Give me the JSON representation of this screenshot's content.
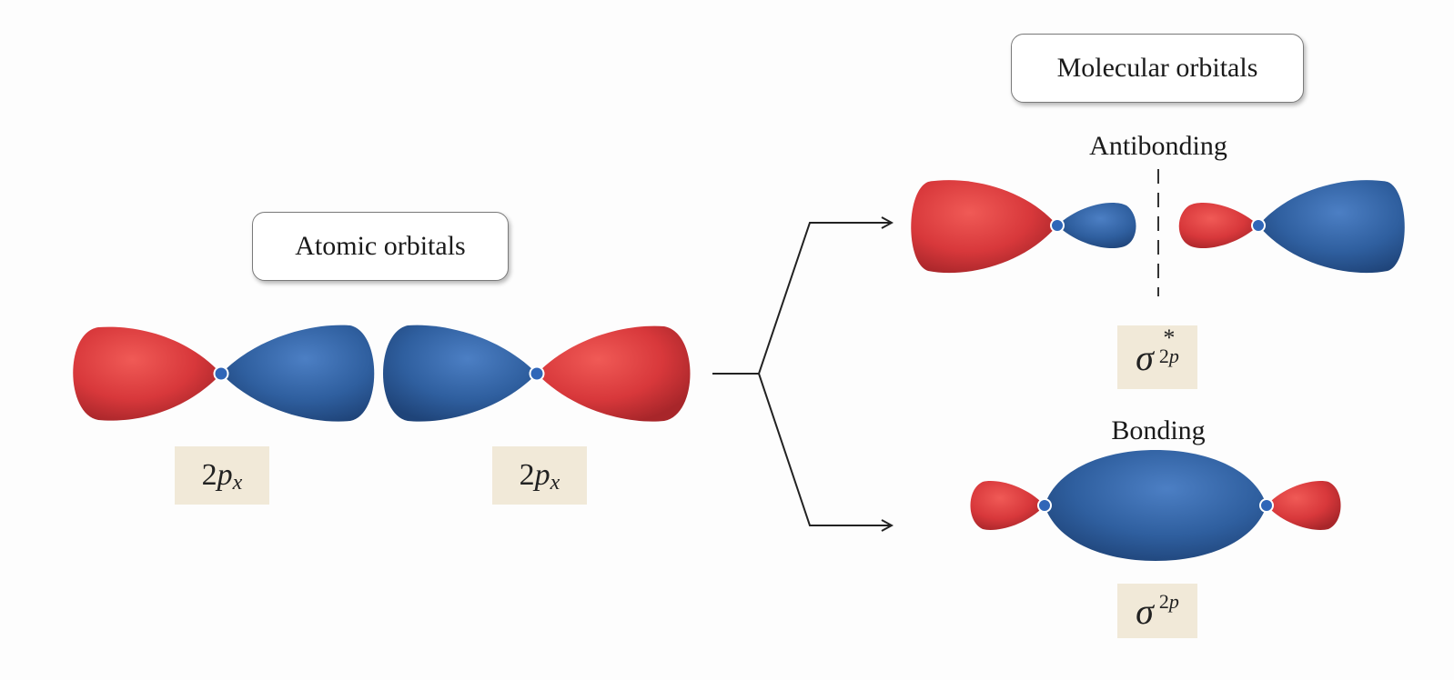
{
  "atomic": {
    "title": "Atomic orbitals",
    "orbital_labels": [
      {
        "num": "2",
        "letter": "p",
        "sub": "x"
      },
      {
        "num": "2",
        "letter": "p",
        "sub": "x"
      }
    ]
  },
  "molecular": {
    "title": "Molecular orbitals",
    "antibonding": {
      "caption": "Antibonding",
      "symbol": "σ",
      "star": "*",
      "level_num": "2",
      "level_letter": "p"
    },
    "bonding": {
      "caption": "Bonding",
      "symbol": "σ",
      "level_num": "2",
      "level_letter": "p"
    }
  },
  "colors": {
    "positive_lobe": "#d8383b",
    "negative_lobe": "#2f5f9f",
    "nucleus": "#2f66b8",
    "tag_background": "#f1e9d8"
  }
}
